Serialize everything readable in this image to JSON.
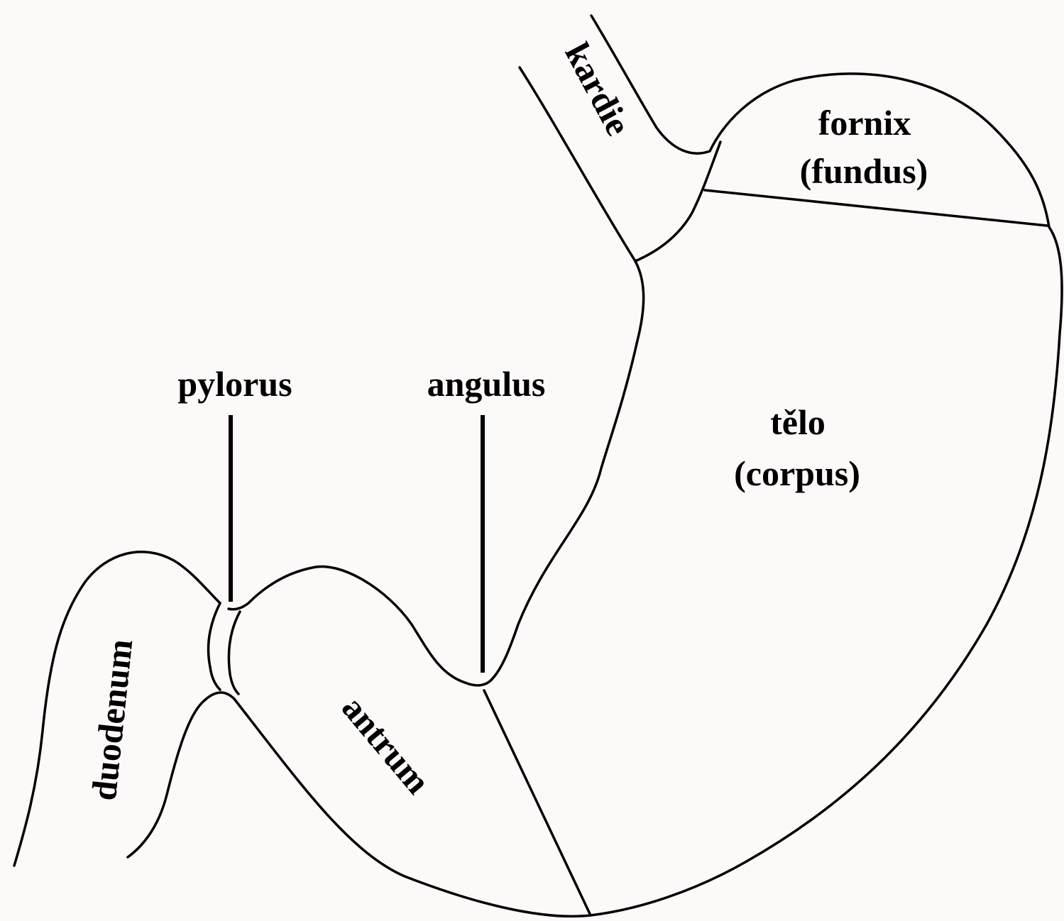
{
  "diagram": {
    "labels": {
      "kardie": "kardie",
      "fornix": "fornix",
      "fundus": "(fundus)",
      "pylorus": "pylorus",
      "angulus": "angulus",
      "telo": "tělo",
      "corpus": "(corpus)",
      "duodenum": "duodenum",
      "antrum": "antrum"
    },
    "colors": {
      "background": "#fdf9f8",
      "stroke": "#000000",
      "text": "#000000"
    }
  }
}
